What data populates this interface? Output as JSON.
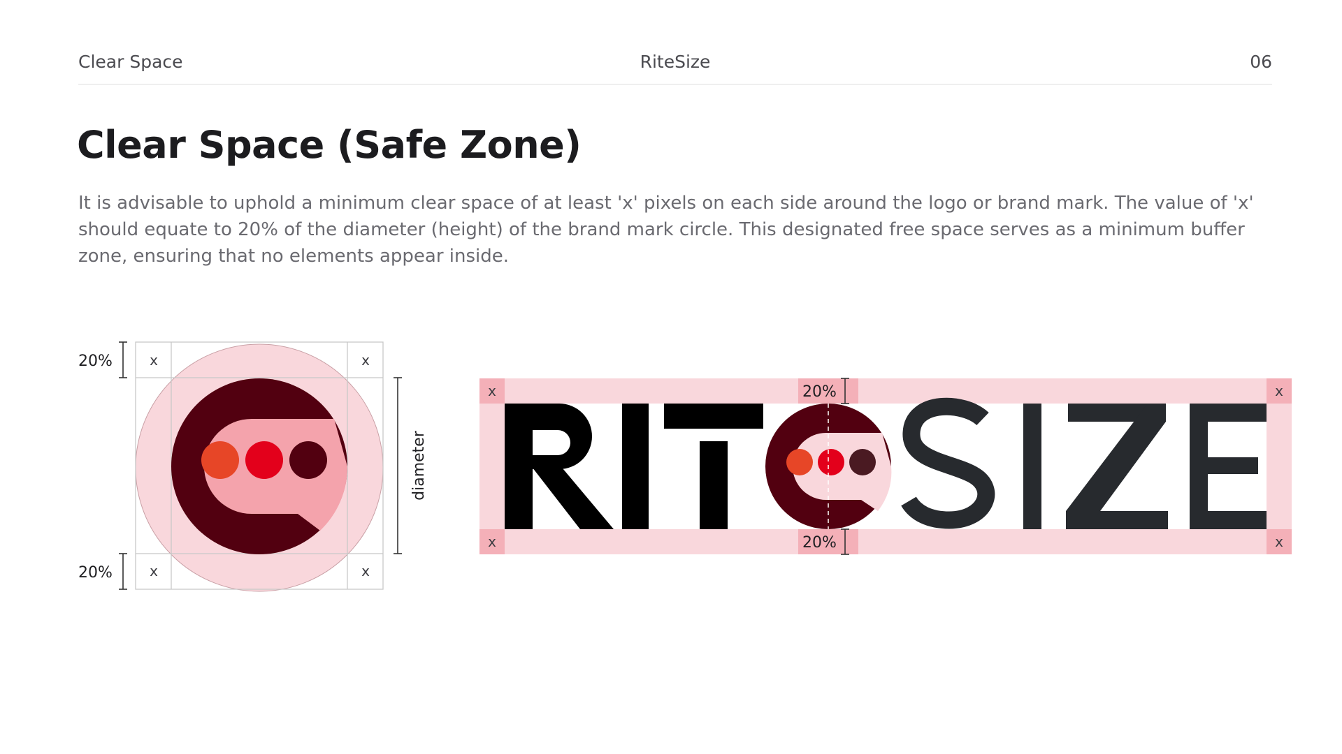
{
  "header": {
    "section": "Clear Space",
    "brand": "RiteSize",
    "page_number": "06"
  },
  "page": {
    "title": "Clear Space (Safe Zone)",
    "description": "It is advisable to uphold a minimum clear space of at least 'x' pixels on each side around the logo or brand mark. The value of 'x' should equate to 20% of the diameter (height) of the brand mark circle. This designated free space serves as a minimum buffer zone, ensuring that no elements appear inside."
  },
  "brandmark_diagram": {
    "top_label": "20%",
    "bottom_label": "20%",
    "corner_marker": "x",
    "diameter_label": "diameter"
  },
  "wordmark_diagram": {
    "wordmark_lettering": "RITESIZE",
    "top_label": "20%",
    "bottom_label": "20%",
    "corner_marker": "x"
  },
  "colors": {
    "safe_zone": "#f9d7dc",
    "corner_box": "#f4b0b8",
    "mark_dark": "#520010",
    "mark_light": "#f4a3ac",
    "dot_orange": "#e74627",
    "dot_red": "#e3001b",
    "dot_dark": "#520010",
    "wordmark_black": "#000000",
    "wordmark_gray": "#272a2e"
  }
}
